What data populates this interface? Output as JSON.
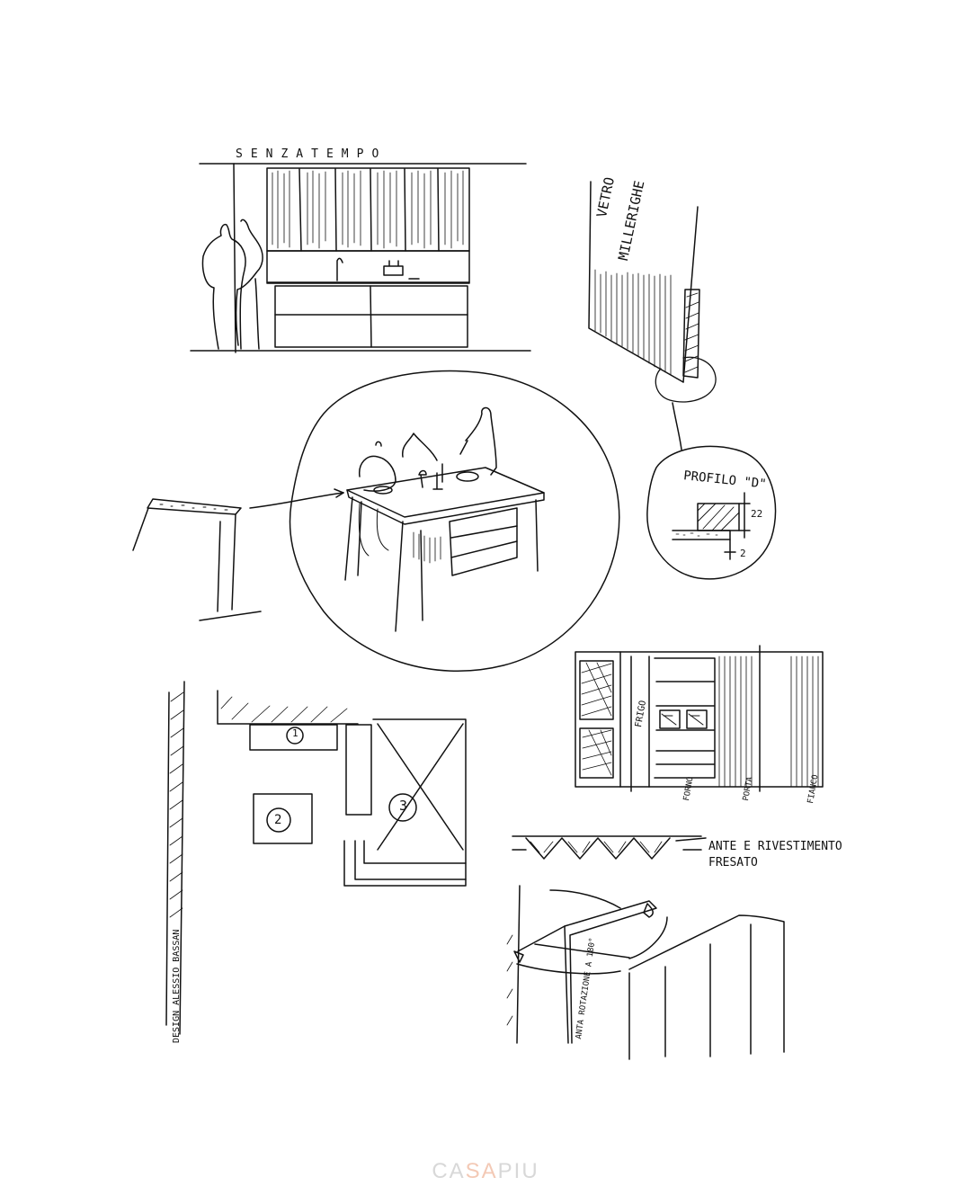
{
  "sketch": {
    "title": "SENZATEMPO",
    "glass_label_line1": "VETRO",
    "glass_label_line2": "MILLERIGHE",
    "profile_label": "PROFILO \"D\"",
    "profile_dim_22": "22",
    "profile_dim_2": "2",
    "cabinet_label_frigo": "FRIGO",
    "cabinet_label_forno": "FORNO",
    "cabinet_label_porta": "PORTA",
    "cabinet_label_fianco": "FIANCO",
    "milled_label_line1": "ANTE E RIVESTIMENTO",
    "milled_label_line2": "FRESATO",
    "door_rotation_label": "ANTA ROTAZIONE A 180°",
    "designer_credit": "DESIGN ALESSIO BASSAN",
    "plan_number_1": "1",
    "plan_number_2": "2",
    "plan_number_3": "3"
  },
  "watermark": {
    "text_left": "CA",
    "text_accent": "SA",
    "text_right": "PIU"
  },
  "colors": {
    "ink": "#111111",
    "background": "#ffffff",
    "watermark": "#d8d8d8",
    "watermark_accent": "#f3c9b5"
  }
}
